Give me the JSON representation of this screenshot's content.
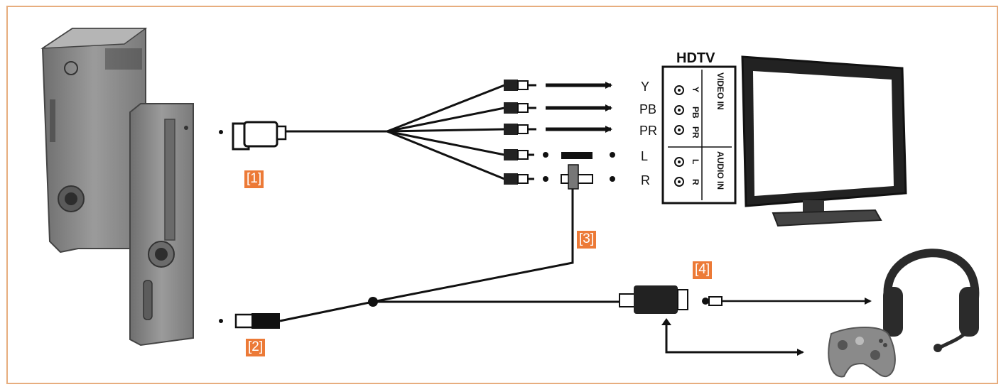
{
  "tv_label": "HDTV",
  "callouts": [
    "[1]",
    "[2]",
    "[3]",
    "[4]"
  ],
  "video_labels": [
    "Y",
    "PB",
    "PR"
  ],
  "audio_labels": [
    "L",
    "R"
  ],
  "panel": {
    "video_title": "VIDEO IN",
    "video_sub": [
      "Y",
      "PB",
      "PR"
    ],
    "audio_title": "AUDIO IN",
    "audio_sub": [
      "L",
      "R"
    ]
  },
  "colors": {
    "callout_bg": "#ec7a37",
    "frame": "#e7ad7e",
    "device": "#8a8a8a"
  }
}
